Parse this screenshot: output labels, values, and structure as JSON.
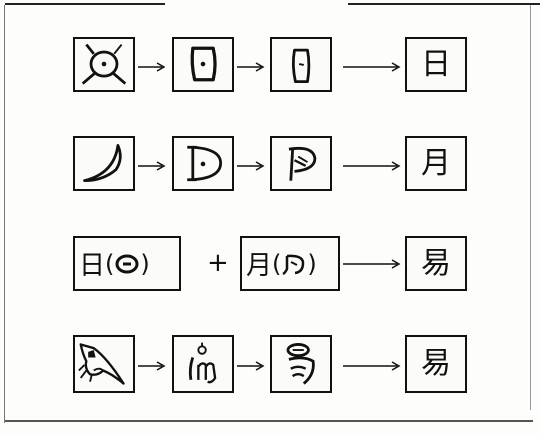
{
  "rows": [
    {
      "result": "日"
    },
    {
      "result": "月"
    },
    {
      "left_char": "日",
      "right_char": "月",
      "operator": "+",
      "result": "易"
    },
    {
      "result": "易"
    }
  ],
  "icons": {
    "sun_pictograph": "sun-pictograph-icon",
    "moon_pictograph": "moon-pictograph-icon",
    "bird_pictograph": "bird-pictograph-icon"
  },
  "colors": {
    "ink": "#111111",
    "paper": "#fbfbf8"
  }
}
